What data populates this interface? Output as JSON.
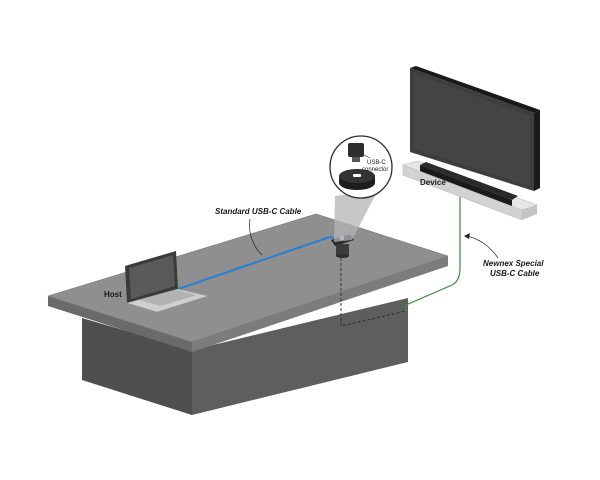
{
  "labels": {
    "host": "Host",
    "device": "Device",
    "standard_cable": "Standard USB-C Cable",
    "special_cable_line1": "Newnex Special",
    "special_cable_line2": "USB-C Cable",
    "connector_line1": "USB-C",
    "connector_line2": "connector"
  },
  "colors": {
    "table_top": "#8c8c8c",
    "table_edge": "#6b6b6b",
    "table_base_front": "#595959",
    "table_base_side": "#7a7a7a",
    "standard_cable": "#2f7fd0",
    "special_cable": "#3c8a3c",
    "tv_screen": "#3d3d3d",
    "background": "#ffffff"
  },
  "icons": [
    "laptop-icon",
    "tv-icon",
    "soundbar-icon",
    "usb-c-connector-icon",
    "table-port-icon"
  ]
}
